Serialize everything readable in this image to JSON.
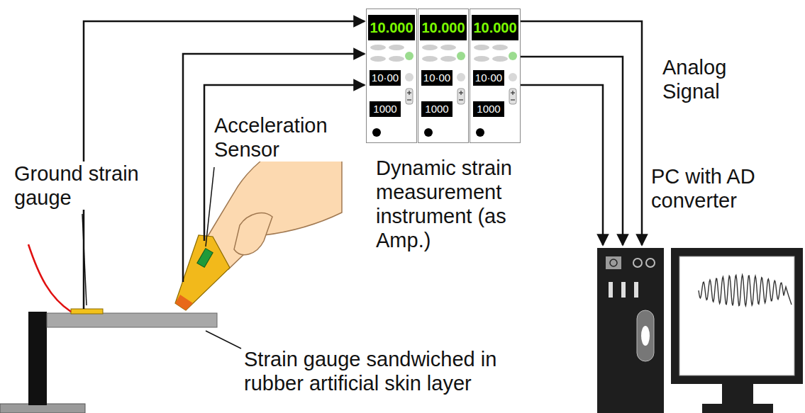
{
  "diagram": {
    "nodes": [
      {
        "text": [
          "10.000",
          "10·00",
          "1000"
        ]
      },
      {
        "text": [
          "10.000",
          "10·00",
          "1000"
        ]
      },
      {
        "text": [
          "10.000",
          "10·00",
          "1000"
        ]
      }
    ],
    "labels": [
      "Ground strain gauge",
      "Acceleration Sensor",
      "Dynamic strain measurement instrument (as Amp.)",
      "Analog Signal",
      "PC with AD converter",
      "Strain gauge sandwiched in rubber artificial skin layer"
    ]
  }
}
